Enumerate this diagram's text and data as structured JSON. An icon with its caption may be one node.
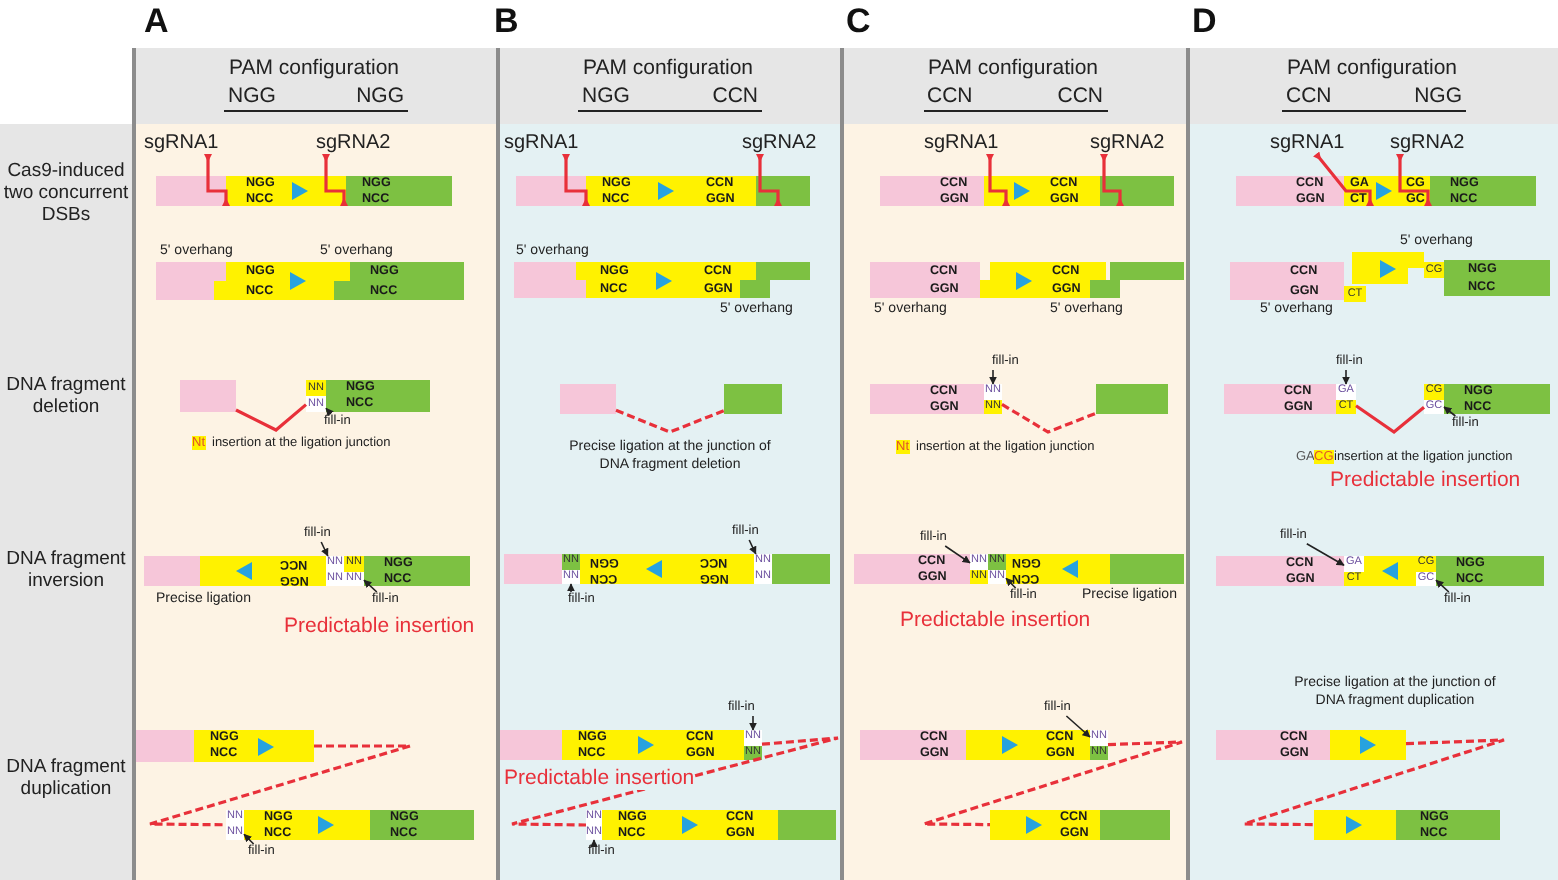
{
  "diagram": {
    "nodes": [
      {
        "text": [
          "PAM configuration",
          "NGG",
          "NGG"
        ]
      },
      {
        "text": [],
        "shape": "bar",
        "in": 0
      },
      {
        "text": [
          "NGG",
          "NCC"
        ],
        "in": 0
      },
      {
        "text": [
          "NGG",
          "NCC"
        ],
        "in": 0
      },
      {
        "text": [],
        "shape": "bar",
        "in": 0
      },
      {
        "text": [
          "NGG",
          "NCC"
        ],
        "in": 0
      },
      {
        "text": [
          "NGG",
          "NCC"
        ],
        "in": 0
      },
      {
        "text": [],
        "shape": "bar",
        "in": 0
      },
      {
        "text": [
          "NN",
          "NN"
        ],
        "in": 0
      },
      {
        "text": [
          "NGG",
          "NCC"
        ],
        "in": 0
      },
      {
        "text": [
          "fill-in"
        ],
        "in": 0
      },
      {
        "text": [],
        "shape": "bar",
        "in": 0
      },
      {
        "text": [
          "NCC",
          "NGG"
        ],
        "in": 0
      },
      {
        "text": [
          "NN",
          "NN"
        ],
        "in": 0
      },
      {
        "text": [
          "NN",
          "NN"
        ],
        "in": 0
      },
      {
        "text": [
          "NGG",
          "NCC"
        ],
        "in": 0
      },
      {
        "text": [
          "fill-in"
        ],
        "in": 0
      },
      {
        "text": [
          "fill-in"
        ],
        "in": 0
      },
      {
        "text": [],
        "shape": "bar",
        "in": 0
      },
      {
        "text": [
          "NGG",
          "NCC"
        ],
        "in": 0
      },
      {
        "text": [
          "NN",
          "NN"
        ],
        "in": 0
      },
      {
        "text": [
          "NGG",
          "NCC"
        ],
        "in": 0
      },
      {
        "text": [
          "NGG",
          "NCC"
        ],
        "in": 0
      },
      {
        "text": [
          "fill-in"
        ],
        "in": 0
      },
      {
        "text": [
          "PAM configuration",
          "NGG",
          "CCN"
        ]
      },
      {
        "text": [],
        "shape": "bar",
        "in": 24
      },
      {
        "text": [
          "NGG",
          "NCC",
          "CCN",
          "GGN"
        ],
        "in": 24
      },
      {
        "text": [],
        "shape": "bar",
        "in": 24
      },
      {
        "text": [],
        "shape": "bar",
        "in": 24
      },
      {
        "text": [
          "NGG",
          "NCC",
          "CCN",
          "GGN"
        ],
        "in": 24
      },
      {
        "text": [],
        "shape": "bar",
        "in": 24
      },
      {
        "text": [],
        "shape": "bar",
        "in": 24
      },
      {
        "text": [],
        "shape": "bar",
        "in": 24
      },
      {
        "text": [],
        "shape": "bar",
        "in": 24
      },
      {
        "text": [
          "NN",
          "NN"
        ],
        "in": 24
      },
      {
        "text": [
          "GGN",
          "CCN",
          "NCC",
          "NGG"
        ],
        "in": 24
      },
      {
        "text": [
          "NN",
          "NN"
        ],
        "in": 24
      },
      {
        "text": [],
        "shape": "bar",
        "in": 24
      },
      {
        "text": [
          "fill-in"
        ],
        "in": 24
      },
      {
        "text": [
          "fill-in"
        ],
        "in": 24
      },
      {
        "text": [],
        "shape": "bar",
        "in": 24
      },
      {
        "text": [
          "NGG",
          "NCC",
          "CCN",
          "GGN"
        ],
        "in": 24
      },
      {
        "text": [
          "NN",
          "NN"
        ],
        "in": 24
      },
      {
        "text": [
          "fill-in"
        ],
        "in": 24
      },
      {
        "text": [
          "NN",
          "NN"
        ],
        "in": 24
      },
      {
        "text": [
          "NGG",
          "NCC",
          "CCN",
          "GGN"
        ],
        "in": 24
      },
      {
        "text": [],
        "shape": "bar",
        "in": 24
      },
      {
        "text": [
          "fill-in"
        ],
        "in": 24
      },
      {
        "text": [
          "PAM configuration",
          "CCN",
          "CCN"
        ]
      },
      {
        "text": [
          "CCN",
          "GGN"
        ],
        "in": 48
      },
      {
        "text": [
          "CCN",
          "GGN"
        ],
        "in": 48
      },
      {
        "text": [],
        "shape": "bar",
        "in": 48
      },
      {
        "text": [
          "CCN",
          "GGN"
        ],
        "in": 48
      },
      {
        "text": [
          "CCN",
          "GGN"
        ],
        "in": 48
      },
      {
        "text": [],
        "shape": "bar",
        "in": 48
      },
      {
        "text": [
          "CCN",
          "GGN"
        ],
        "in": 48
      },
      {
        "text": [
          "NN",
          "NN"
        ],
        "in": 48
      },
      {
        "text": [],
        "shape": "bar",
        "in": 48
      },
      {
        "text": [
          "fill-in"
        ],
        "in": 48
      },
      {
        "text": [
          "CCN",
          "GGN"
        ],
        "in": 48
      },
      {
        "text": [
          "NN",
          "NN"
        ],
        "in": 48
      },
      {
        "text": [
          "NN",
          "NN"
        ],
        "in": 48
      },
      {
        "text": [
          "GGN",
          "CCN"
        ],
        "in": 48
      },
      {
        "text": [],
        "shape": "bar",
        "in": 48
      },
      {
        "text": [
          "fill-in"
        ],
        "in": 48
      },
      {
        "text": [
          "fill-in"
        ],
        "in": 48
      },
      {
        "text": [
          "CCN",
          "GGN"
        ],
        "in": 48
      },
      {
        "text": [
          "CCN",
          "GGN"
        ],
        "in": 48
      },
      {
        "text": [
          "NN",
          "NN"
        ],
        "in": 48
      },
      {
        "text": [
          "fill-in"
        ],
        "in": 48
      },
      {
        "text": [
          "CCN",
          "GGN"
        ],
        "in": 48
      },
      {
        "text": [],
        "shape": "bar",
        "in": 48
      },
      {
        "text": [
          "PAM configuration",
          "CCN",
          "NGG"
        ]
      },
      {
        "text": [
          "CCN",
          "GGN"
        ],
        "in": 72
      },
      {
        "text": [
          "GA",
          "CT",
          "CG",
          "GC"
        ],
        "in": 72
      },
      {
        "text": [
          "NGG",
          "NCC"
        ],
        "in": 72
      },
      {
        "text": [
          "CCN",
          "GGN"
        ],
        "in": 72
      },
      {
        "text": [
          "CT"
        ],
        "in": 72
      },
      {
        "text": [],
        "shape": "bar",
        "in": 72
      },
      {
        "text": [
          "CG"
        ],
        "in": 72
      },
      {
        "text": [
          "NGG",
          "NCC"
        ],
        "in": 72
      },
      {
        "text": [
          "CCN",
          "GGN"
        ],
        "in": 72
      },
      {
        "text": [
          "GA",
          "CT"
        ],
        "in": 72
      },
      {
        "text": [
          "CG",
          "GC"
        ],
        "in": 72
      },
      {
        "text": [
          "NGG",
          "NCC"
        ],
        "in": 72
      },
      {
        "text": [
          "fill-in"
        ],
        "in": 72
      },
      {
        "text": [
          "fill-in"
        ],
        "in": 72
      },
      {
        "text": [
          "CCN",
          "GGN"
        ],
        "in": 72
      },
      {
        "text": [
          "GA",
          "CT"
        ],
        "in": 72
      },
      {
        "text": [],
        "shape": "bar",
        "in": 72
      },
      {
        "text": [
          "CG",
          "GC"
        ],
        "in": 72
      },
      {
        "text": [
          "NGG",
          "NCC"
        ],
        "in": 72
      },
      {
        "text": [
          "fill-in"
        ],
        "in": 72
      },
      {
        "text": [
          "fill-in"
        ],
        "in": 72
      },
      {
        "text": [
          "CCN",
          "GGN"
        ],
        "in": 72
      },
      {
        "text": [],
        "shape": "bar",
        "in": 72
      },
      {
        "text": [],
        "shape": "bar",
        "in": 72
      },
      {
        "text": [
          "NGG",
          "NCC"
        ],
        "in": 72
      },
      {
        "text": [
          "sgRNA1"
        ],
        "in": 0
      },
      {
        "text": [
          "sgRNA2"
        ],
        "in": 0
      },
      {
        "text": [
          "sgRNA1"
        ],
        "in": 24
      },
      {
        "text": [
          "sgRNA2"
        ],
        "in": 24
      },
      {
        "text": [
          "sgRNA1"
        ],
        "in": 48
      },
      {
        "text": [
          "sgRNA2"
        ],
        "in": 48
      },
      {
        "text": [
          "sgRNA1"
        ],
        "in": 72
      },
      {
        "text": [
          "sgRNA2"
        ],
        "in": 72
      }
    ],
    "edges": [
      {
        "from": 7,
        "to": 8,
        "arrow": "none",
        "color": "#e8303a"
      },
      {
        "from": 10,
        "to": 8,
        "arrow": "to",
        "color": "#222222"
      },
      {
        "from": 16,
        "to": 13,
        "arrow": "to",
        "color": "#222222"
      },
      {
        "from": 17,
        "to": 14,
        "arrow": "to",
        "color": "#222222"
      },
      {
        "from": 19,
        "to": 20,
        "arrow": "none",
        "style": "dashed",
        "color": "#e8303a"
      },
      {
        "from": 23,
        "to": 20,
        "arrow": "to",
        "color": "#222222"
      },
      {
        "from": 31,
        "to": 32,
        "arrow": "none",
        "style": "dashed",
        "color": "#e8303a"
      },
      {
        "from": 38,
        "to": 36,
        "arrow": "to",
        "color": "#222222"
      },
      {
        "from": 39,
        "to": 34,
        "arrow": "to",
        "color": "#222222"
      },
      {
        "from": 43,
        "to": 42,
        "arrow": "to",
        "color": "#222222"
      },
      {
        "from": 42,
        "to": 44,
        "arrow": "none",
        "style": "dashed",
        "color": "#e8303a"
      },
      {
        "from": 47,
        "to": 44,
        "arrow": "to",
        "color": "#222222"
      },
      {
        "from": 56,
        "to": 57,
        "arrow": "none",
        "style": "dashed",
        "color": "#e8303a"
      },
      {
        "from": 58,
        "to": 56,
        "arrow": "to",
        "color": "#222222"
      },
      {
        "from": 64,
        "to": 60,
        "arrow": "to",
        "color": "#222222"
      },
      {
        "from": 65,
        "to": 61,
        "arrow": "to",
        "color": "#222222"
      },
      {
        "from": 69,
        "to": 68,
        "arrow": "to",
        "color": "#222222"
      },
      {
        "from": 68,
        "to": 70,
        "arrow": "none",
        "style": "dashed",
        "color": "#e8303a"
      },
      {
        "from": 82,
        "to": 83,
        "arrow": "none",
        "color": "#e8303a"
      },
      {
        "from": 85,
        "to": 82,
        "arrow": "to",
        "color": "#222222"
      },
      {
        "from": 86,
        "to": 83,
        "arrow": "to",
        "color": "#222222"
      },
      {
        "from": 92,
        "to": 88,
        "arrow": "to",
        "color": "#222222"
      },
      {
        "from": 93,
        "to": 90,
        "arrow": "to",
        "color": "#222222"
      },
      {
        "from": 95,
        "to": 96,
        "arrow": "none",
        "style": "dashed",
        "color": "#e8303a"
      },
      {
        "from": 98,
        "to": 1,
        "arrow": "other",
        "color": "#e8303a"
      },
      {
        "from": 99,
        "to": 2,
        "arrow": "other",
        "color": "#e8303a"
      },
      {
        "from": 100,
        "to": 25,
        "arrow": "other",
        "color": "#e8303a"
      },
      {
        "from": 101,
        "to": 27,
        "arrow": "other",
        "color": "#e8303a"
      },
      {
        "from": 102,
        "to": 50,
        "arrow": "other",
        "color": "#e8303a"
      },
      {
        "from": 103,
        "to": 51,
        "arrow": "other",
        "color": "#e8303a"
      },
      {
        "from": 104,
        "to": 74,
        "arrow": "other",
        "color": "#e8303a"
      },
      {
        "from": 105,
        "to": 74,
        "arrow": "other",
        "color": "#e8303a"
      }
    ],
    "labels": [
      "A",
      "B",
      "C",
      "D",
      "Cas9-induced two concurrent DSBs",
      "DNA fragment deletion",
      "DNA fragment inversion",
      "DNA fragment duplication",
      "5' overhang",
      "5' overhang",
      "Nt",
      "insertion at the ligation junction",
      "Precise ligation",
      "Predictable insertion",
      "5' overhang",
      "5' overhang",
      "Precise ligation at the junction of DNA fragment deletion",
      "Predictable insertion",
      "5' overhang",
      "5' overhang",
      "Nt",
      "insertion at the ligation junction",
      "Precise ligation",
      "Predictable insertion",
      "5' overhang",
      "5' overhang",
      "GA",
      "CG",
      "insertion at the ligation junction",
      "Predictable insertion",
      "Precise ligation at the junction of DNA fragment duplication"
    ]
  }
}
